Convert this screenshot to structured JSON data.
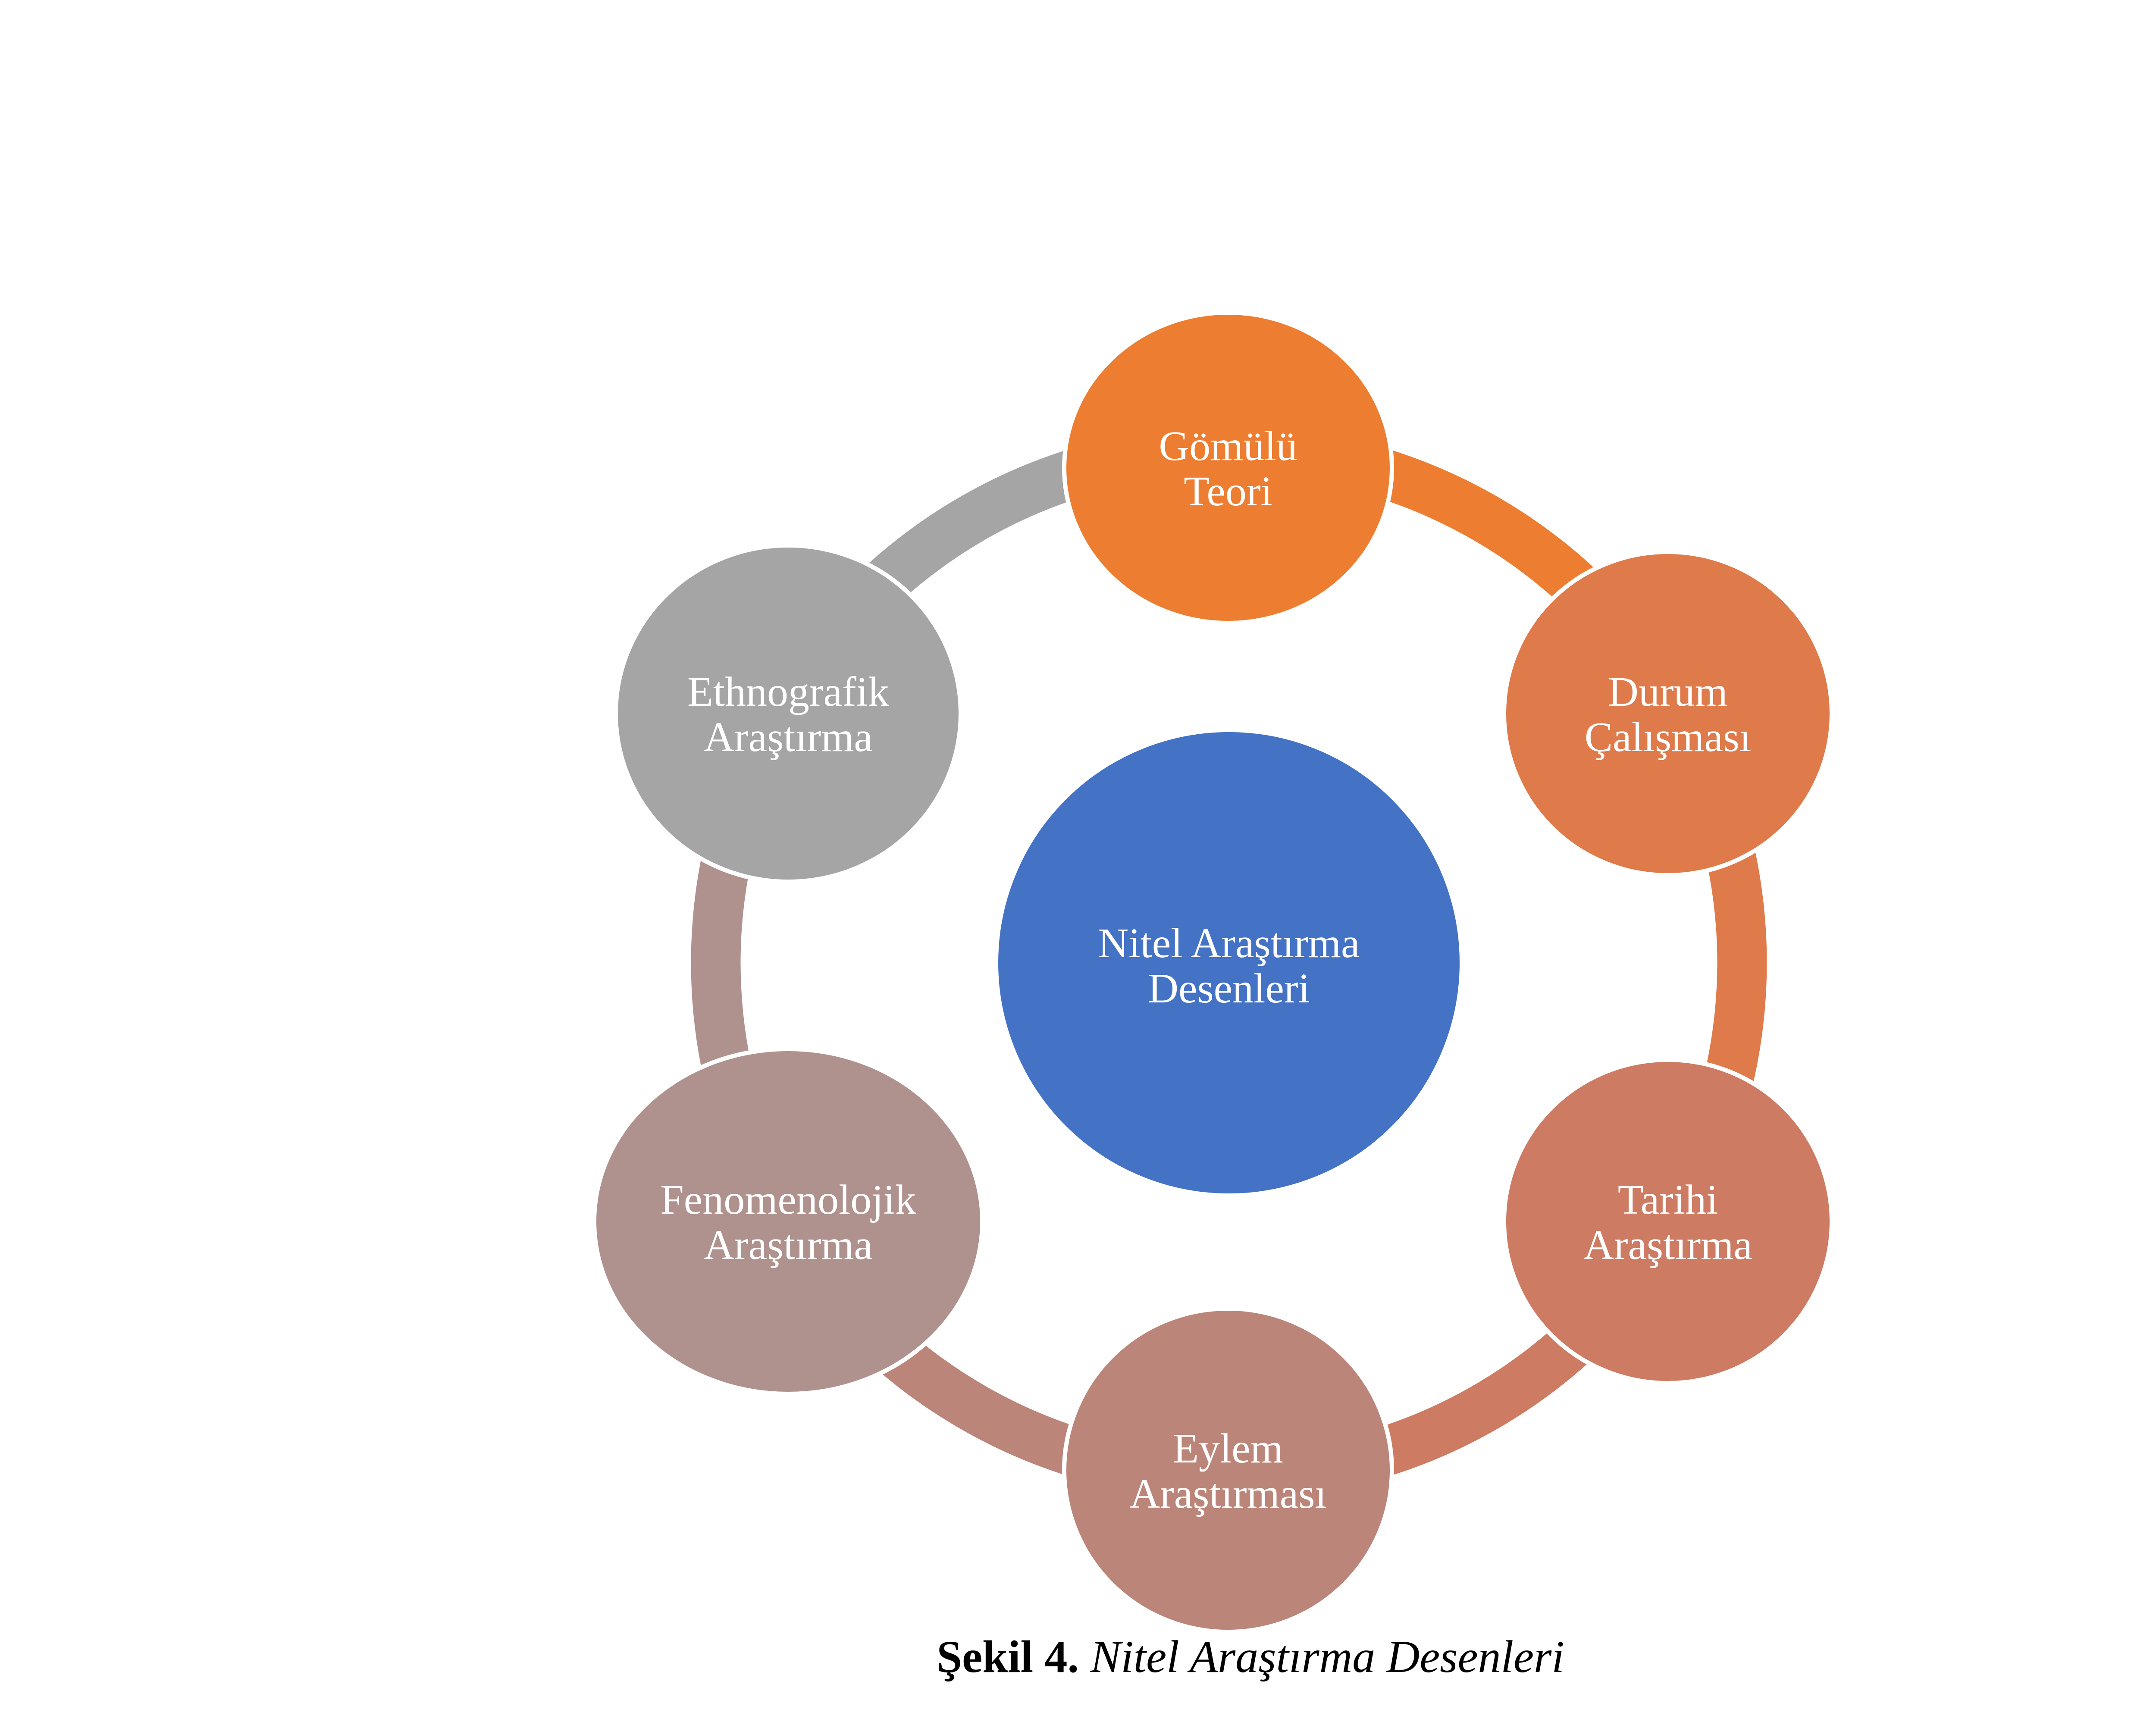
{
  "center": {
    "lines": [
      "Nitel Araştırma",
      "Desenleri"
    ],
    "color": "#4472C4"
  },
  "nodes": [
    {
      "id": "gomulu-teori",
      "lines": [
        "Gömülü",
        "Teori"
      ],
      "color": "#ED7D31"
    },
    {
      "id": "durum-calismasi",
      "lines": [
        "Durum",
        "Çalışması"
      ],
      "color": "#DF7A4A"
    },
    {
      "id": "tarihi-arastirma",
      "lines": [
        "Tarihi",
        "Araştırma"
      ],
      "color": "#CD7B62"
    },
    {
      "id": "eylem-arastirmasi",
      "lines": [
        "Eylem",
        "Araştırması"
      ],
      "color": "#BC8579"
    },
    {
      "id": "fenomenolojik-arastirma",
      "lines": [
        "Fenomenolojik",
        "Araştırma"
      ],
      "color": "#AF918E"
    },
    {
      "id": "ethnografik-arastirma",
      "lines": [
        "Ethnografik",
        "Araştırma"
      ],
      "color": "#A5A5A5"
    }
  ],
  "arcs": [
    {
      "from": 0,
      "to": 1,
      "color": "#ED7D31"
    },
    {
      "from": 1,
      "to": 2,
      "color": "#DF7A4A"
    },
    {
      "from": 2,
      "to": 3,
      "color": "#CD7B62"
    },
    {
      "from": 3,
      "to": 4,
      "color": "#BC8579"
    },
    {
      "from": 4,
      "to": 5,
      "color": "#AF918E"
    },
    {
      "from": 5,
      "to": 0,
      "color": "#A5A5A5"
    }
  ],
  "caption": {
    "number": "Şekil 4.",
    "title": "Nitel Araştırma Desenleri"
  }
}
